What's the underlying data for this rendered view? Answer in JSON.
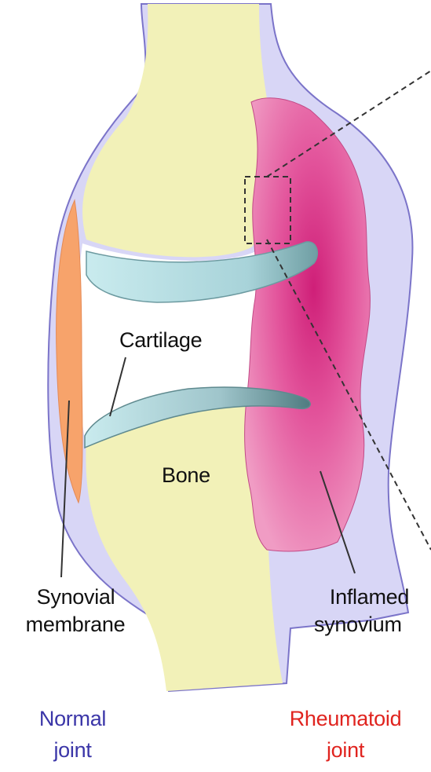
{
  "labels": {
    "cartilage": "Cartilage",
    "bone": "Bone",
    "synovial_line1": "Synovial",
    "synovial_line2": "membrane",
    "inflamed_line1": "Inflamed",
    "inflamed_line2": "synovium",
    "normal_line1": "Normal",
    "normal_line2": "joint",
    "rheumatoid_line1": "Rheumatoid",
    "rheumatoid_line2": "joint"
  },
  "colors": {
    "bone": "#f2f1b8",
    "capsule": "#d8d6f6",
    "capsule_outline": "#7b74c9",
    "cartilage": "#bfe2e6",
    "synovial_membrane": "#f7a36b",
    "inflamed": "#e8579b",
    "inflamed_core": "#cf1f78",
    "normal_label": "#3b36a8",
    "rheumatoid_label": "#e0241f"
  }
}
